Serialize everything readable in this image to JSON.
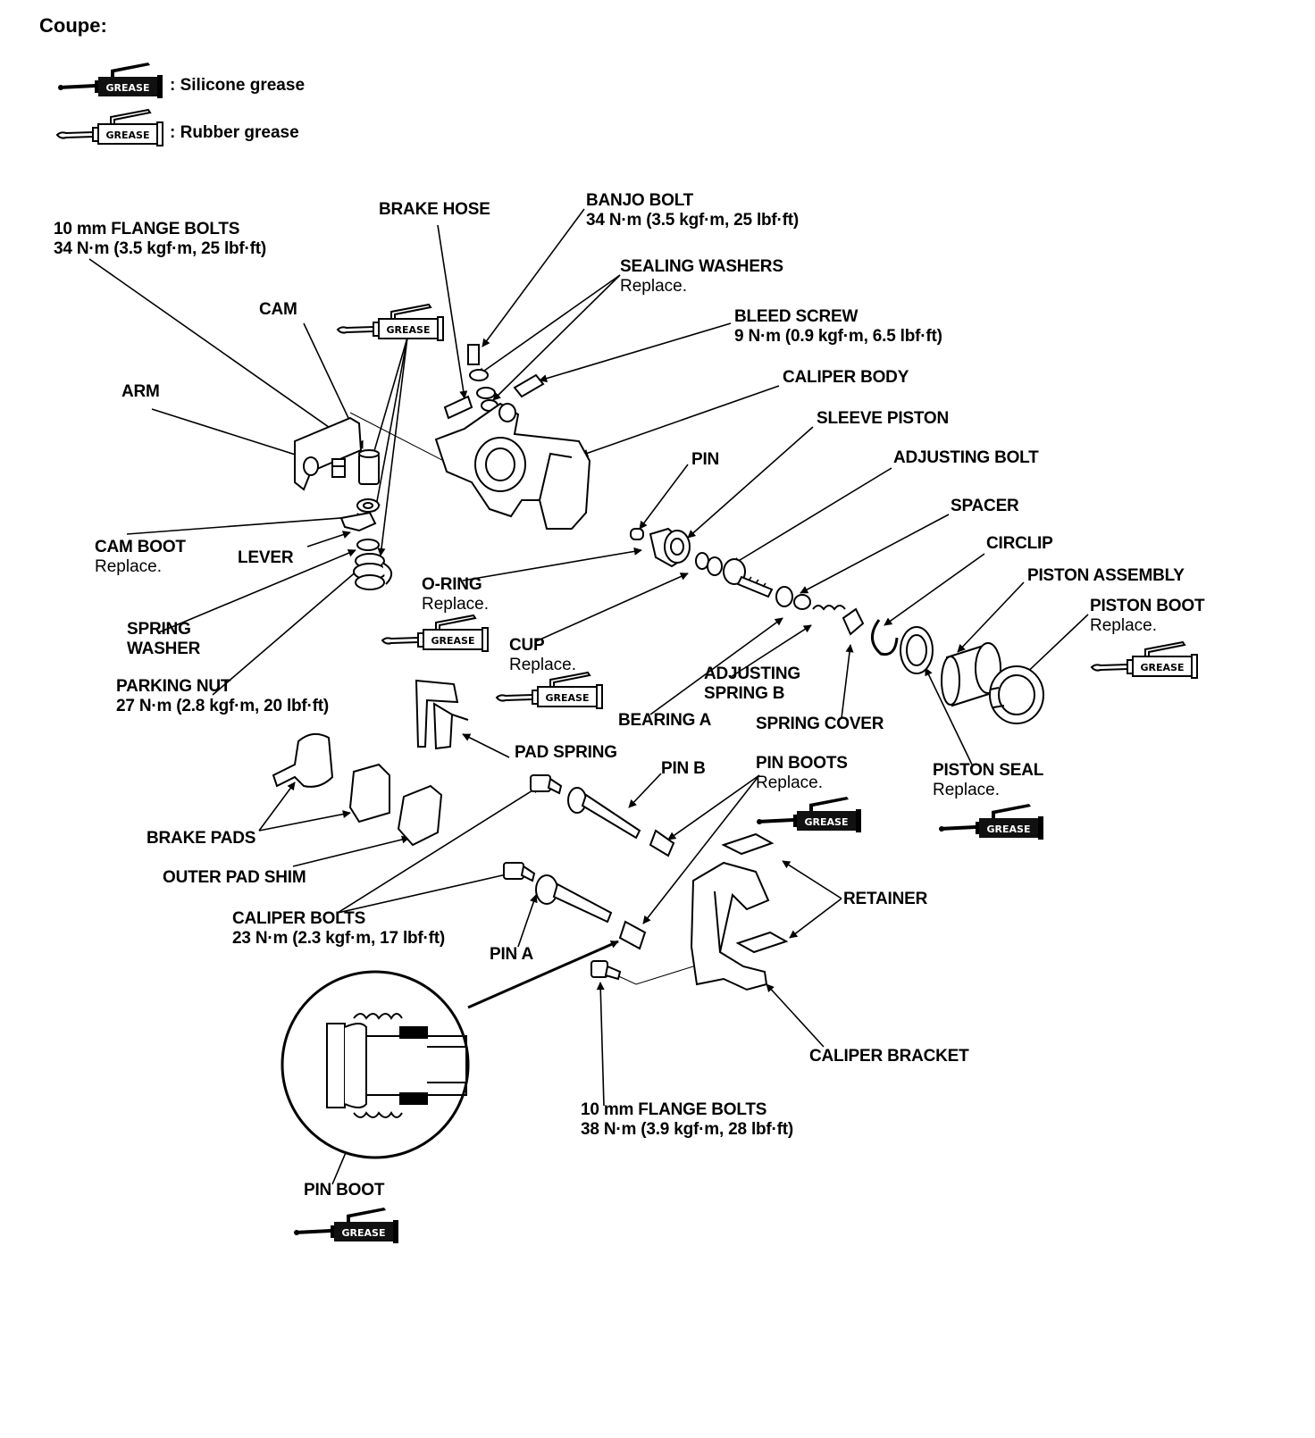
{
  "title": "Coupe:",
  "legend": {
    "silicone": {
      "icon": "grease-tube-dark-icon",
      "icon_text": "GREASE",
      "text": ": Silicone grease"
    },
    "rubber": {
      "icon": "grease-tube-light-icon",
      "icon_text": "GREASE",
      "text": ": Rubber grease"
    }
  },
  "grease_label": "GREASE",
  "labels": {
    "flange_bolts_top": {
      "name": "10 mm FLANGE BOLTS",
      "spec": "34 N·m (3.5 kgf·m, 25 lbf·ft)"
    },
    "brake_hose": {
      "name": "BRAKE HOSE"
    },
    "banjo_bolt": {
      "name": "BANJO BOLT",
      "spec": "34 N·m (3.5 kgf·m, 25 lbf·ft)"
    },
    "sealing_washers": {
      "name": "SEALING WASHERS",
      "note": "Replace."
    },
    "bleed_screw": {
      "name": "BLEED SCREW",
      "spec": "9 N·m (0.9 kgf·m, 6.5 lbf·ft)"
    },
    "cam": {
      "name": "CAM"
    },
    "arm": {
      "name": "ARM"
    },
    "caliper_body": {
      "name": "CALIPER BODY"
    },
    "sleeve_piston": {
      "name": "SLEEVE PISTON"
    },
    "pin": {
      "name": "PIN"
    },
    "adjusting_bolt": {
      "name": "ADJUSTING BOLT"
    },
    "spacer": {
      "name": "SPACER"
    },
    "circlip": {
      "name": "CIRCLIP"
    },
    "piston_assembly": {
      "name": "PISTON ASSEMBLY"
    },
    "piston_boot": {
      "name": "PISTON BOOT",
      "note": "Replace."
    },
    "cam_boot": {
      "name": "CAM BOOT",
      "note": "Replace."
    },
    "lever": {
      "name": "LEVER"
    },
    "o_ring": {
      "name": "O-RING",
      "note": "Replace."
    },
    "spring_washer": {
      "line1": "SPRING",
      "line2": "WASHER"
    },
    "cup": {
      "name": "CUP",
      "note": "Replace."
    },
    "adjusting_spring_b": {
      "line1": "ADJUSTING",
      "line2": "SPRING B"
    },
    "bearing_a": {
      "name": "BEARING A"
    },
    "spring_cover": {
      "name": "SPRING COVER"
    },
    "parking_nut": {
      "name": "PARKING NUT",
      "spec": "27 N·m (2.8 kgf·m, 20 lbf·ft)"
    },
    "pad_spring": {
      "name": "PAD SPRING"
    },
    "pin_b": {
      "name": "PIN B"
    },
    "pin_boots": {
      "name": "PIN BOOTS",
      "note": "Replace."
    },
    "piston_seal": {
      "name": "PISTON SEAL",
      "note": "Replace."
    },
    "brake_pads": {
      "name": "BRAKE PADS"
    },
    "outer_pad_shim": {
      "name": "OUTER PAD SHIM"
    },
    "retainer": {
      "name": "RETAINER"
    },
    "caliper_bolts": {
      "name": "CALIPER BOLTS",
      "spec": "23 N·m (2.3 kgf·m, 17 lbf·ft)"
    },
    "pin_a": {
      "name": "PIN A"
    },
    "caliper_bracket": {
      "name": "CALIPER BRACKET"
    },
    "flange_bolts_bottom": {
      "name": "10 mm FLANGE BOLTS",
      "spec": "38 N·m (3.9 kgf·m, 28 lbf·ft)"
    },
    "pin_boot": {
      "name": "PIN BOOT"
    }
  }
}
